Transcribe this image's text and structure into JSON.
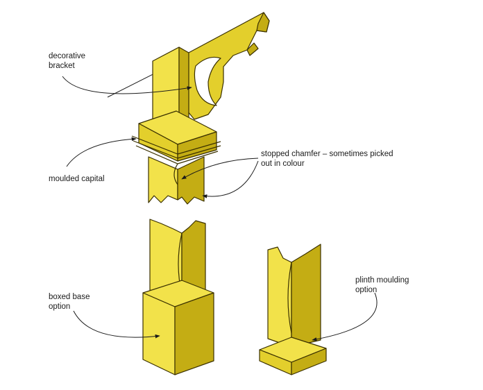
{
  "labels": {
    "bracket": "decorative\nbracket",
    "capital": "moulded capital",
    "chamfer": "stopped chamfer – sometimes picked\nout in colour",
    "boxed": "boxed base\noption",
    "plinth": "plinth moulding\noption"
  },
  "colors": {
    "face_light": "#f2e24a",
    "face_mid": "#e3cf2c",
    "face_dark": "#c4ad14",
    "outline": "#3a3000"
  }
}
